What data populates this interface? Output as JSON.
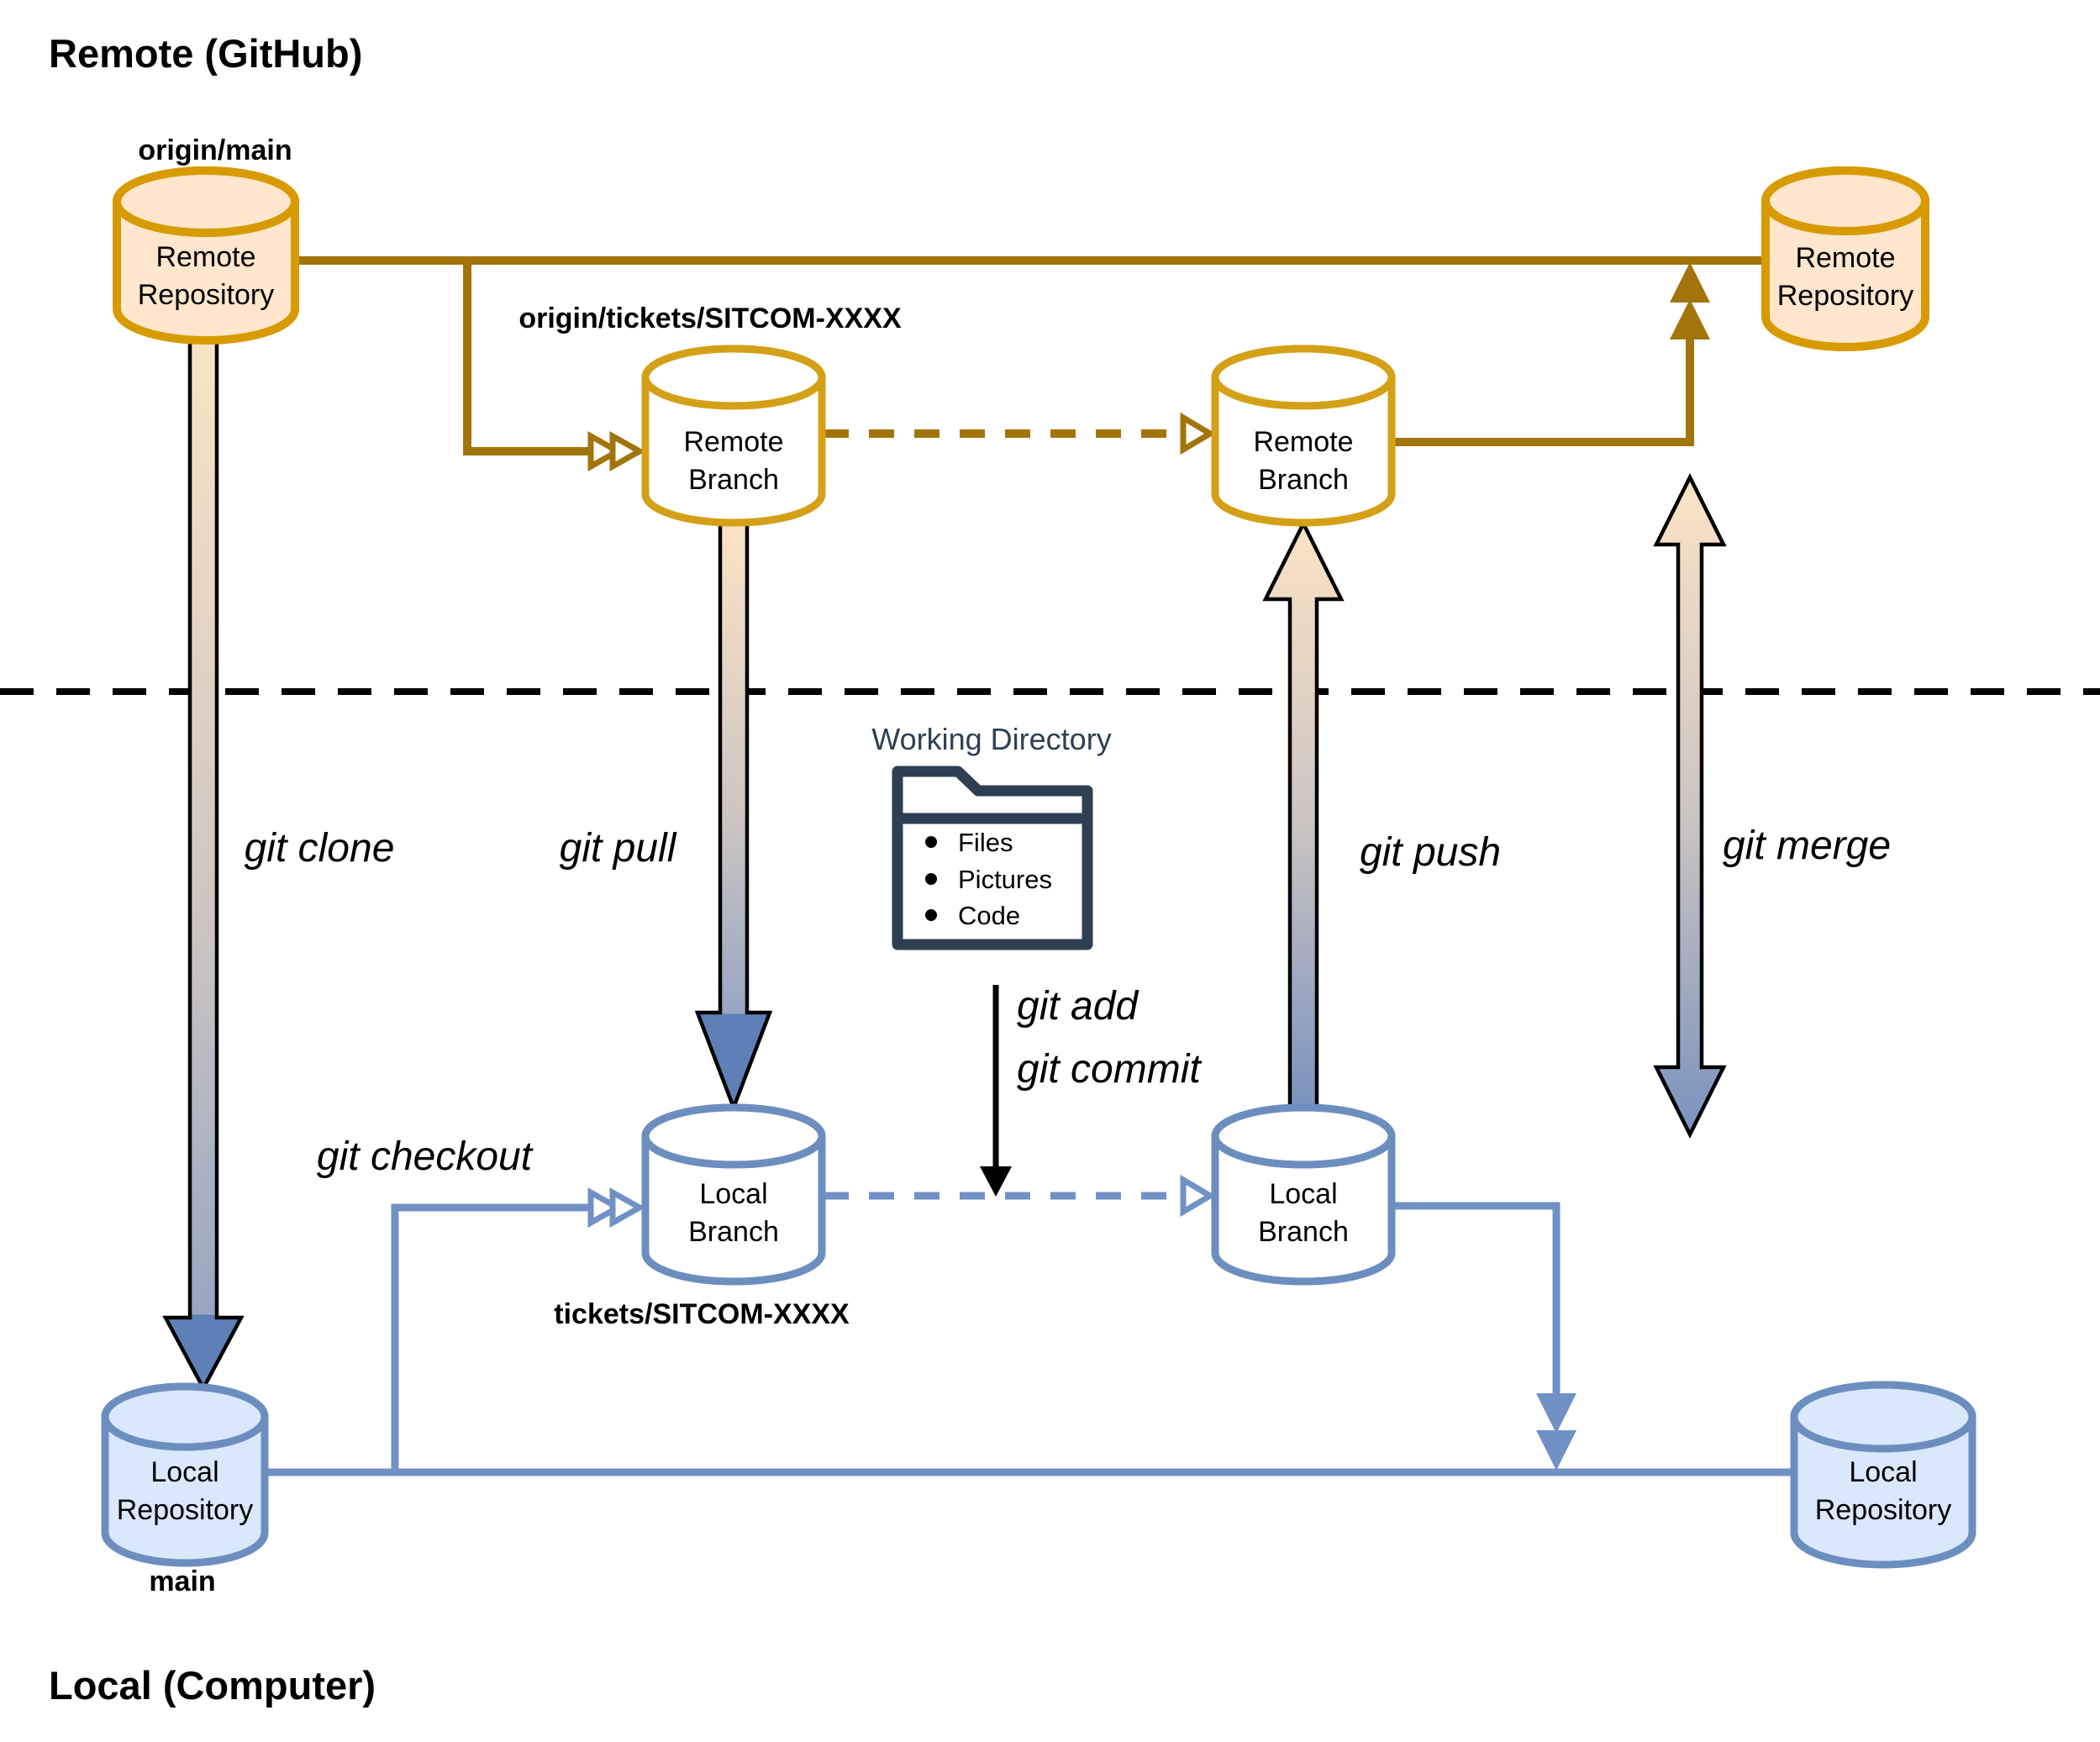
{
  "colors": {
    "orange_fill": "#FFE6CC",
    "orange_stroke": "#D79B00",
    "gold_stroke": "#D4A017",
    "blue_fill": "#DAE8FC",
    "blue_stroke": "#6C8EBF",
    "brown_line": "#A2740C",
    "blue_line": "#7191C4",
    "navy": "#2E3F52",
    "peach": "#FBE3C4",
    "tan": "#CDC5C2",
    "steel_mid": "#98A6C3",
    "head_blue": "#5E80B6",
    "steel": "#7A93BE"
  },
  "sections": {
    "remote_title": "Remote (GitHub)",
    "local_title": "Local (Computer)"
  },
  "nodes": {
    "remote_repo_left": {
      "lines": [
        "Remote",
        "Repository"
      ],
      "branch_label": "origin/main"
    },
    "remote_repo_right": {
      "lines": [
        "Remote",
        "Repository"
      ]
    },
    "remote_branch_left": {
      "lines": [
        "Remote",
        "Branch"
      ],
      "branch_label": "origin/tickets/SITCOM-XXXX"
    },
    "remote_branch_right": {
      "lines": [
        "Remote",
        "Branch"
      ]
    },
    "local_branch_left": {
      "lines": [
        "Local",
        "Branch"
      ],
      "branch_label": "tickets/SITCOM-XXXX"
    },
    "local_branch_right": {
      "lines": [
        "Local",
        "Branch"
      ]
    },
    "local_repo_left": {
      "lines": [
        "Local",
        "Repository"
      ],
      "branch_label": "main"
    },
    "local_repo_right": {
      "lines": [
        "Local",
        "Repository"
      ]
    }
  },
  "working_directory": {
    "title": "Working Directory",
    "items": [
      "Files",
      "Pictures",
      "Code"
    ]
  },
  "commands": {
    "clone": "git clone",
    "pull": "git pull",
    "push": "git push",
    "merge": "git merge",
    "checkout": "git checkout",
    "add": "git add",
    "commit": "git commit"
  }
}
